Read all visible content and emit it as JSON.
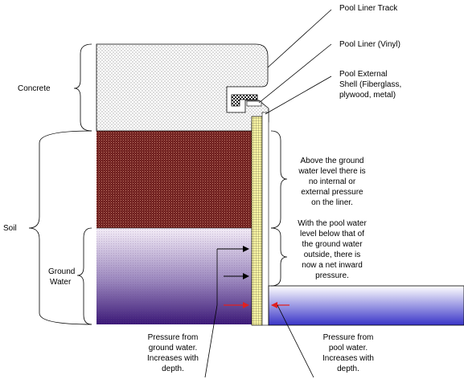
{
  "labels": {
    "pool_liner_track": "Pool Liner Track",
    "pool_liner_vinyl": "Pool Liner (Vinyl)",
    "external_shell": [
      "Pool External",
      "Shell (Fiberglass,",
      "plywood, metal)"
    ],
    "concrete": "Concrete",
    "soil": "Soil",
    "ground_water": [
      "Ground",
      "Water"
    ],
    "above_note": [
      "Above the ground",
      "water level there is",
      "no internal or",
      "external pressure",
      "on the liner."
    ],
    "below_note": [
      "With the pool water",
      "level below that of",
      "the ground water",
      "outside, there is",
      "now a net inward",
      "pressure."
    ],
    "pressure_ground": [
      "Pressure from",
      "ground water.",
      "Increases with",
      "depth."
    ],
    "pressure_pool": [
      "Pressure from",
      "pool water.",
      "Increases with",
      "depth."
    ]
  },
  "colors": {
    "concrete_fill": "#ffffff",
    "soil_fill": "#6e1f1f",
    "groundwater_top": "#f2eaf6",
    "groundwater_bottom": "#3b1877",
    "pool_water_top": "#ffffff",
    "pool_water_bottom": "#3a35c8",
    "shell_fill": "#fffaa6",
    "pressure_arrow_pool": "#e02020",
    "outline": "#000000"
  },
  "icons": [
    "arrow-right-icon",
    "arrow-left-icon"
  ]
}
